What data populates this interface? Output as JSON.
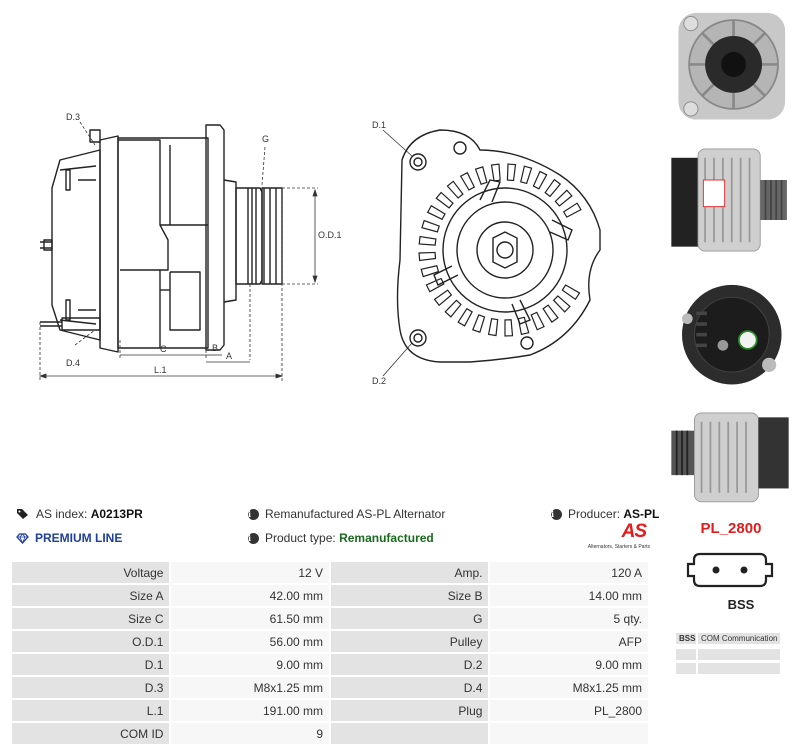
{
  "drawing_labels": {
    "d3": "D.3",
    "d4": "D.4",
    "g": "G",
    "od1": "O.D.1",
    "c": "C",
    "b": "B",
    "a": "A",
    "l1": "L.1",
    "d1": "D.1",
    "d2": "D.2"
  },
  "header": {
    "as_index_label": "AS index:",
    "as_index_value": "A0213PR",
    "premium_line": "PREMIUM LINE",
    "description": "Remanufactured AS-PL Alternator",
    "product_type_label": "Product type:",
    "product_type_value": "Remanufactured",
    "producer_label": "Producer:",
    "producer_value": "AS-PL",
    "logo_text": "AS",
    "logo_tagline": "Alternators, Starters & Parts"
  },
  "specs": [
    {
      "l1": "Voltage",
      "v1": "12 V",
      "l2": "Amp.",
      "v2": "120 A"
    },
    {
      "l1": "Size A",
      "v1": "42.00 mm",
      "l2": "Size B",
      "v2": "14.00 mm"
    },
    {
      "l1": "Size C",
      "v1": "61.50 mm",
      "l2": "G",
      "v2": "5 qty."
    },
    {
      "l1": "O.D.1",
      "v1": "56.00 mm",
      "l2": "Pulley",
      "v2": "AFP"
    },
    {
      "l1": "D.1",
      "v1": "9.00 mm",
      "l2": "D.2",
      "v2": "9.00 mm"
    },
    {
      "l1": "D.3",
      "v1": "M8x1.25 mm",
      "l2": "D.4",
      "v2": "M8x1.25 mm"
    },
    {
      "l1": "L.1",
      "v1": "191.00 mm",
      "l2": "Plug",
      "v2": "PL_2800"
    },
    {
      "l1": "COM ID",
      "v1": "9",
      "l2": "",
      "v2": ""
    }
  ],
  "plug": {
    "code": "PL_2800",
    "name": "BSS",
    "pins": [
      {
        "pin": "BSS",
        "desc": "COM Communication"
      },
      {
        "pin": "",
        "desc": ""
      },
      {
        "pin": "",
        "desc": ""
      }
    ]
  },
  "colors": {
    "premium_blue": "#1f3f9a",
    "product_type_green": "#1a6b1e",
    "plug_red": "#e31c1c",
    "logo_red": "#e31c1c"
  },
  "icons": {
    "as_index": "tags-icon",
    "premium": "diamond-icon",
    "info": "info-circle-icon"
  }
}
